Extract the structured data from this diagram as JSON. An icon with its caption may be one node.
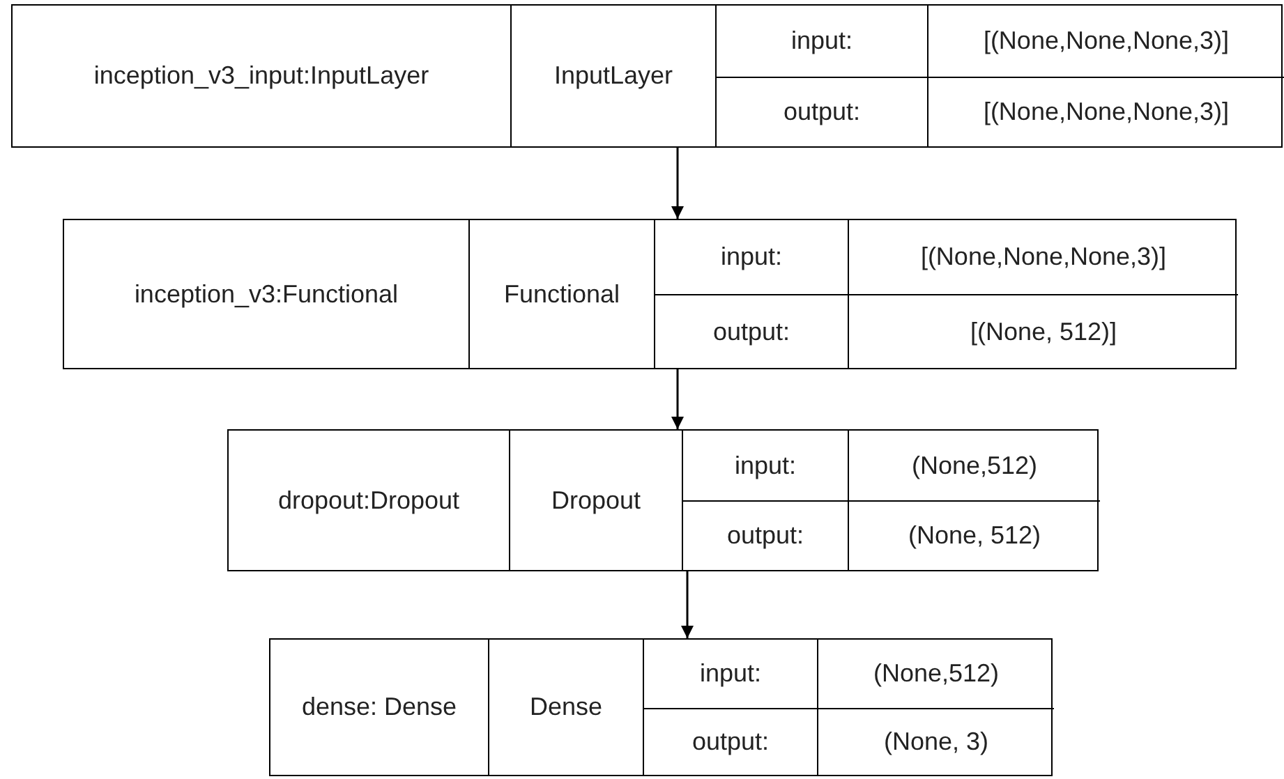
{
  "diagram": {
    "nodes": [
      {
        "text": [
          "inception_v3_input:InputLayer",
          "InputLayer",
          "input:",
          "[(None,None,None,3)]",
          "output:",
          "[(None,None,None,3)]"
        ]
      },
      {
        "text": [
          "inception_v3:Functional",
          "Functional",
          "input:",
          "[(None,None,None,3)]",
          "output:",
          "[(None, 512)]"
        ]
      },
      {
        "text": [
          "dropout:Dropout",
          "Dropout",
          "input:",
          "(None,512)",
          "output:",
          "(None, 512)"
        ]
      },
      {
        "text": [
          "dense: Dense",
          "Dense",
          "input:",
          "(None,512)",
          "output:",
          "(None, 3)"
        ]
      }
    ],
    "edges": [
      {
        "from": 0,
        "to": 1,
        "arrow": "to"
      },
      {
        "from": 1,
        "to": 2,
        "arrow": "to"
      },
      {
        "from": 2,
        "to": 3,
        "arrow": "to"
      }
    ]
  }
}
